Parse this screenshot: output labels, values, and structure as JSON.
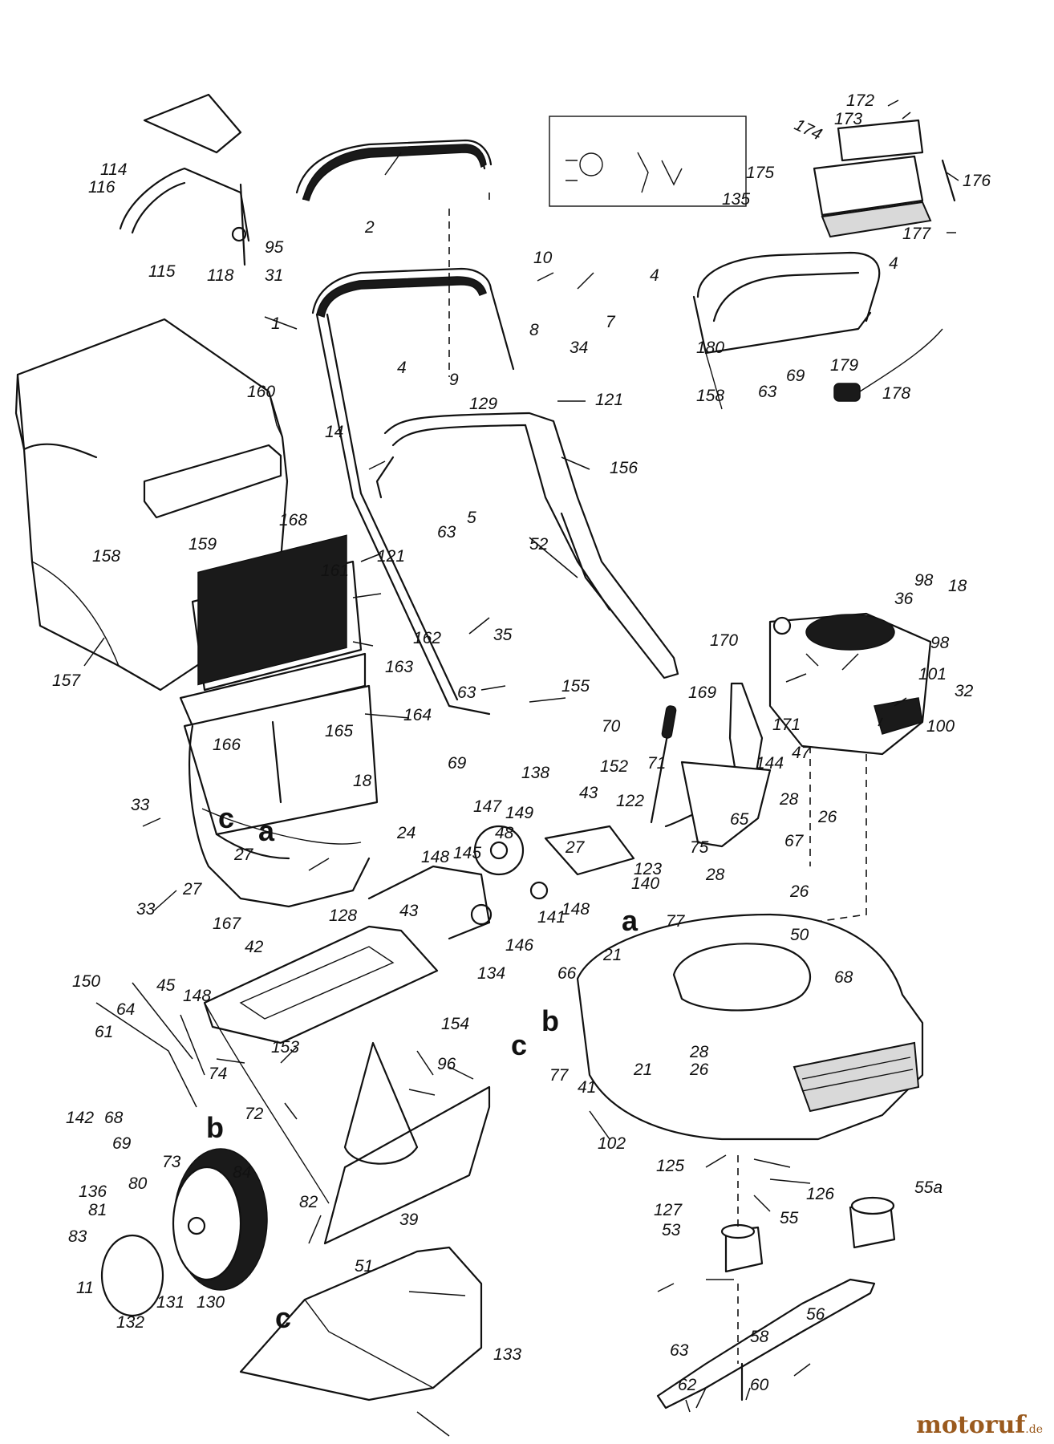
{
  "callouts": [
    {
      "id": "172",
      "text": "172"
    },
    {
      "id": "173",
      "text": "173"
    },
    {
      "id": "174",
      "text": "174"
    },
    {
      "id": "175",
      "text": "175"
    },
    {
      "id": "176",
      "text": "176"
    },
    {
      "id": "177",
      "text": "177"
    },
    {
      "id": "114",
      "text": "114"
    },
    {
      "id": "116",
      "text": "116"
    },
    {
      "id": "115",
      "text": "115"
    },
    {
      "id": "118",
      "text": "118"
    },
    {
      "id": "95",
      "text": "95"
    },
    {
      "id": "31",
      "text": "31"
    },
    {
      "id": "2",
      "text": "2"
    },
    {
      "id": "135",
      "text": "135"
    },
    {
      "id": "10",
      "text": "10"
    },
    {
      "id": "4a",
      "text": "4"
    },
    {
      "id": "4b",
      "text": "4"
    },
    {
      "id": "4c",
      "text": "4"
    },
    {
      "id": "1",
      "text": "1"
    },
    {
      "id": "7",
      "text": "7"
    },
    {
      "id": "8",
      "text": "8"
    },
    {
      "id": "34",
      "text": "34"
    },
    {
      "id": "9",
      "text": "9"
    },
    {
      "id": "129",
      "text": "129"
    },
    {
      "id": "180",
      "text": "180"
    },
    {
      "id": "158a",
      "text": "158"
    },
    {
      "id": "69a",
      "text": "69"
    },
    {
      "id": "63a",
      "text": "63"
    },
    {
      "id": "179",
      "text": "179"
    },
    {
      "id": "178",
      "text": "178"
    },
    {
      "id": "160",
      "text": "160"
    },
    {
      "id": "14",
      "text": "14"
    },
    {
      "id": "121a",
      "text": "121"
    },
    {
      "id": "156",
      "text": "156"
    },
    {
      "id": "63b",
      "text": "63"
    },
    {
      "id": "5",
      "text": "5"
    },
    {
      "id": "168",
      "text": "168"
    },
    {
      "id": "158b",
      "text": "158"
    },
    {
      "id": "159",
      "text": "159"
    },
    {
      "id": "121b",
      "text": "121"
    },
    {
      "id": "52",
      "text": "52"
    },
    {
      "id": "161",
      "text": "161"
    },
    {
      "id": "98a",
      "text": "98"
    },
    {
      "id": "18a",
      "text": "18"
    },
    {
      "id": "36",
      "text": "36"
    },
    {
      "id": "98b",
      "text": "98"
    },
    {
      "id": "101",
      "text": "101"
    },
    {
      "id": "32",
      "text": "32"
    },
    {
      "id": "100",
      "text": "100"
    },
    {
      "id": "162",
      "text": "162"
    },
    {
      "id": "35",
      "text": "35"
    },
    {
      "id": "157",
      "text": "157"
    },
    {
      "id": "163",
      "text": "163"
    },
    {
      "id": "170",
      "text": "170"
    },
    {
      "id": "63c",
      "text": "63"
    },
    {
      "id": "155",
      "text": "155"
    },
    {
      "id": "164",
      "text": "164"
    },
    {
      "id": "169",
      "text": "169"
    },
    {
      "id": "165",
      "text": "165"
    },
    {
      "id": "166",
      "text": "166"
    },
    {
      "id": "70",
      "text": "70"
    },
    {
      "id": "69b",
      "text": "69"
    },
    {
      "id": "171",
      "text": "171"
    },
    {
      "id": "71",
      "text": "71"
    },
    {
      "id": "144",
      "text": "144"
    },
    {
      "id": "47",
      "text": "47"
    },
    {
      "id": "138",
      "text": "138"
    },
    {
      "id": "152",
      "text": "152"
    },
    {
      "id": "18b",
      "text": "18"
    },
    {
      "id": "33a",
      "text": "33"
    },
    {
      "id": "43a",
      "text": "43"
    },
    {
      "id": "122",
      "text": "122"
    },
    {
      "id": "28a",
      "text": "28"
    },
    {
      "id": "26a",
      "text": "26"
    },
    {
      "id": "147",
      "text": "147"
    },
    {
      "id": "149",
      "text": "149"
    },
    {
      "id": "65",
      "text": "65"
    },
    {
      "id": "48",
      "text": "48"
    },
    {
      "id": "27a",
      "text": "27"
    },
    {
      "id": "24",
      "text": "24"
    },
    {
      "id": "75",
      "text": "75"
    },
    {
      "id": "67",
      "text": "67"
    },
    {
      "id": "27b",
      "text": "27"
    },
    {
      "id": "27c",
      "text": "27"
    },
    {
      "id": "145",
      "text": "145"
    },
    {
      "id": "123",
      "text": "123"
    },
    {
      "id": "28b",
      "text": "28"
    },
    {
      "id": "148a",
      "text": "148"
    },
    {
      "id": "140",
      "text": "140"
    },
    {
      "id": "26b",
      "text": "26"
    },
    {
      "id": "33b",
      "text": "33"
    },
    {
      "id": "167",
      "text": "167"
    },
    {
      "id": "148b",
      "text": "148"
    },
    {
      "id": "141",
      "text": "141"
    },
    {
      "id": "77a",
      "text": "77"
    },
    {
      "id": "128",
      "text": "128"
    },
    {
      "id": "43b",
      "text": "43"
    },
    {
      "id": "146",
      "text": "146"
    },
    {
      "id": "50",
      "text": "50"
    },
    {
      "id": "42",
      "text": "42"
    },
    {
      "id": "21a",
      "text": "21"
    },
    {
      "id": "134",
      "text": "134"
    },
    {
      "id": "66",
      "text": "66"
    },
    {
      "id": "68a",
      "text": "68"
    },
    {
      "id": "150",
      "text": "150"
    },
    {
      "id": "45",
      "text": "45"
    },
    {
      "id": "148c",
      "text": "148"
    },
    {
      "id": "64",
      "text": "64"
    },
    {
      "id": "154",
      "text": "154"
    },
    {
      "id": "61",
      "text": "61"
    },
    {
      "id": "153",
      "text": "153"
    },
    {
      "id": "77b",
      "text": "77"
    },
    {
      "id": "41",
      "text": "41"
    },
    {
      "id": "21b",
      "text": "21"
    },
    {
      "id": "28c",
      "text": "28"
    },
    {
      "id": "26c",
      "text": "26"
    },
    {
      "id": "96",
      "text": "96"
    },
    {
      "id": "74",
      "text": "74"
    },
    {
      "id": "142",
      "text": "142"
    },
    {
      "id": "68b",
      "text": "68"
    },
    {
      "id": "72",
      "text": "72"
    },
    {
      "id": "69c",
      "text": "69"
    },
    {
      "id": "73",
      "text": "73"
    },
    {
      "id": "102",
      "text": "102"
    },
    {
      "id": "125",
      "text": "125"
    },
    {
      "id": "84",
      "text": "84"
    },
    {
      "id": "80",
      "text": "80"
    },
    {
      "id": "136",
      "text": "136"
    },
    {
      "id": "82",
      "text": "82"
    },
    {
      "id": "126",
      "text": "126"
    },
    {
      "id": "55a",
      "text": "55a"
    },
    {
      "id": "81",
      "text": "81"
    },
    {
      "id": "127",
      "text": "127"
    },
    {
      "id": "39",
      "text": "39"
    },
    {
      "id": "53",
      "text": "53"
    },
    {
      "id": "55",
      "text": "55"
    },
    {
      "id": "83",
      "text": "83"
    },
    {
      "id": "51",
      "text": "51"
    },
    {
      "id": "11",
      "text": "11"
    },
    {
      "id": "131",
      "text": "131"
    },
    {
      "id": "130",
      "text": "130"
    },
    {
      "id": "56",
      "text": "56"
    },
    {
      "id": "132",
      "text": "132"
    },
    {
      "id": "58",
      "text": "58"
    },
    {
      "id": "63d",
      "text": "63"
    },
    {
      "id": "133",
      "text": "133"
    },
    {
      "id": "62",
      "text": "62"
    },
    {
      "id": "60",
      "text": "60"
    }
  ],
  "section_markers": [
    {
      "id": "c1",
      "text": "c"
    },
    {
      "id": "a1",
      "text": "a"
    },
    {
      "id": "a2",
      "text": "a"
    },
    {
      "id": "b1",
      "text": "b"
    },
    {
      "id": "c2",
      "text": "c"
    },
    {
      "id": "b2",
      "text": "b"
    },
    {
      "id": "c3",
      "text": "c"
    }
  ],
  "watermark": {
    "main": "motoruf",
    "domain": ".de"
  }
}
